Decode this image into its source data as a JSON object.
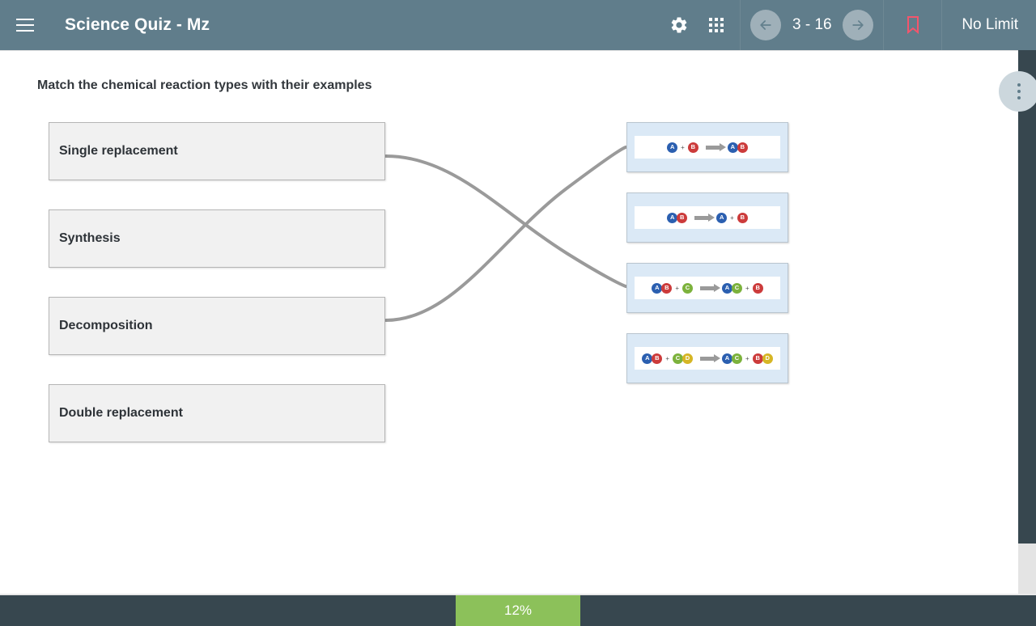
{
  "topbar": {
    "menu_icon": "hamburger-icon",
    "title": "Science Quiz - Mz",
    "settings_icon": "gear-icon",
    "apps_icon": "grid-apps-icon",
    "prev_icon": "arrow-left-icon",
    "next_icon": "arrow-right-icon",
    "page_counter": "3 - 16",
    "bookmark_icon": "bookmark-icon",
    "bookmark_color": "#f4556c",
    "time_limit": "No Limit"
  },
  "main": {
    "question": "Match the chemical reaction types with their examples",
    "terms": [
      {
        "label": "Single replacement"
      },
      {
        "label": "Synthesis"
      },
      {
        "label": "Decomposition"
      },
      {
        "label": "Double replacement"
      }
    ],
    "cards": [
      {
        "name": "synthesis-example",
        "formula": "A + B → AB",
        "left": [
          {
            "atoms": [
              "A"
            ]
          },
          {
            "atoms": [
              "B"
            ]
          }
        ],
        "right": [
          {
            "atoms": [
              "A",
              "B"
            ]
          }
        ]
      },
      {
        "name": "decomposition-example",
        "formula": "AB → A + B",
        "left": [
          {
            "atoms": [
              "A",
              "B"
            ]
          }
        ],
        "right": [
          {
            "atoms": [
              "A"
            ]
          },
          {
            "atoms": [
              "B"
            ]
          }
        ]
      },
      {
        "name": "single-replacement-example",
        "formula": "AB + C → AC + B",
        "left": [
          {
            "atoms": [
              "A",
              "B"
            ]
          },
          {
            "atoms": [
              "C"
            ]
          }
        ],
        "right": [
          {
            "atoms": [
              "A",
              "C"
            ]
          },
          {
            "atoms": [
              "B"
            ]
          }
        ]
      },
      {
        "name": "double-replacement-example",
        "formula": "AB + CD → AC + BD",
        "left": [
          {
            "atoms": [
              "A",
              "B"
            ]
          },
          {
            "atoms": [
              "C",
              "D"
            ]
          }
        ],
        "right": [
          {
            "atoms": [
              "A",
              "C"
            ]
          },
          {
            "atoms": [
              "B",
              "D"
            ]
          }
        ]
      }
    ],
    "atom_colors": {
      "A": "#2b5fb0",
      "B": "#cc3b3b",
      "C": "#7cb23c",
      "D": "#d6b625"
    },
    "plus_sign": "+",
    "connections": [
      {
        "from": "Single replacement",
        "to": "single-replacement-example"
      },
      {
        "from": "Decomposition",
        "to": "synthesis-example"
      }
    ],
    "connector_color": "#9a9a9a",
    "card_background": "#dbe9f6",
    "term_background": "#f1f1f1"
  },
  "sidebar": {
    "fab_icon": "more-vertical-icon"
  },
  "footer": {
    "progress_label": "12%",
    "progress_percent": 12,
    "progress_color": "#8cc15a",
    "background": "#37474f"
  }
}
